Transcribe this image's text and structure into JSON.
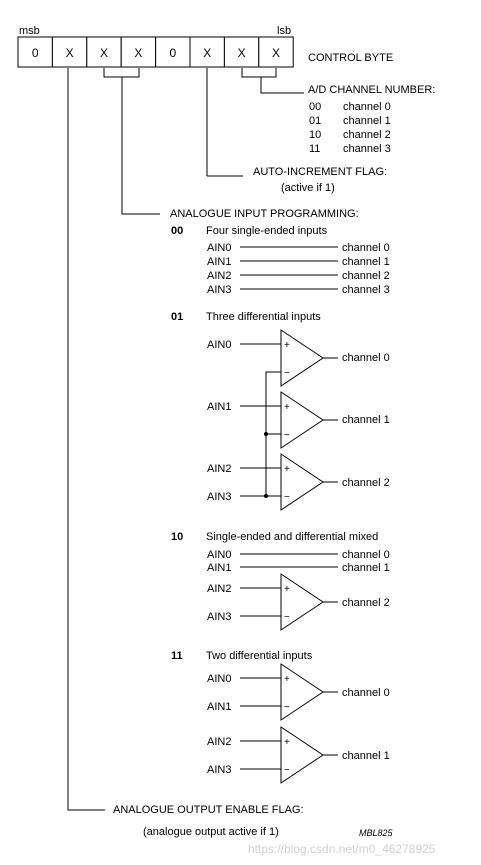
{
  "control_byte": {
    "msb_label": "msb",
    "lsb_label": "lsb",
    "title": "CONTROL BYTE",
    "bits": [
      "0",
      "X",
      "X",
      "X",
      "0",
      "X",
      "X",
      "X"
    ]
  },
  "ad_channel": {
    "title": "A/D CHANNEL NUMBER:",
    "codes": [
      {
        "code": "00",
        "label": "channel 0"
      },
      {
        "code": "01",
        "label": "channel 1"
      },
      {
        "code": "10",
        "label": "channel 2"
      },
      {
        "code": "11",
        "label": "channel 3"
      }
    ]
  },
  "auto_increment": {
    "title": "AUTO-INCREMENT FLAG:",
    "note": "(active if 1)"
  },
  "analogue_input": {
    "title": "ANALOGUE INPUT PROGRAMMING:",
    "modes": [
      {
        "code": "00",
        "description": "Four single-ended inputs",
        "inputs": [
          "AIN0",
          "AIN1",
          "AIN2",
          "AIN3"
        ],
        "outputs": [
          "channel 0",
          "channel 1",
          "channel 2",
          "channel 3"
        ]
      },
      {
        "code": "01",
        "description": "Three differential inputs",
        "inputs": [
          "AIN0",
          "AIN1",
          "AIN2",
          "AIN3"
        ],
        "outputs": [
          "channel 0",
          "channel 1",
          "channel 2"
        ]
      },
      {
        "code": "10",
        "description": "Single-ended and differential mixed",
        "inputs": [
          "AIN0",
          "AIN1",
          "AIN2",
          "AIN3"
        ],
        "outputs": [
          "channel 0",
          "channel 1",
          "channel 2"
        ]
      },
      {
        "code": "11",
        "description": "Two differential inputs",
        "inputs": [
          "AIN0",
          "AIN1",
          "AIN2",
          "AIN3"
        ],
        "outputs": [
          "channel 0",
          "channel 1"
        ]
      }
    ],
    "plus_sign": "+",
    "minus_sign": "−"
  },
  "analogue_output": {
    "title": "ANALOGUE OUTPUT ENABLE FLAG:",
    "note": "(analogue output active if 1)"
  },
  "figure_code": "MBL825",
  "watermark": "https://blog.csdn.net/m0_46278925"
}
